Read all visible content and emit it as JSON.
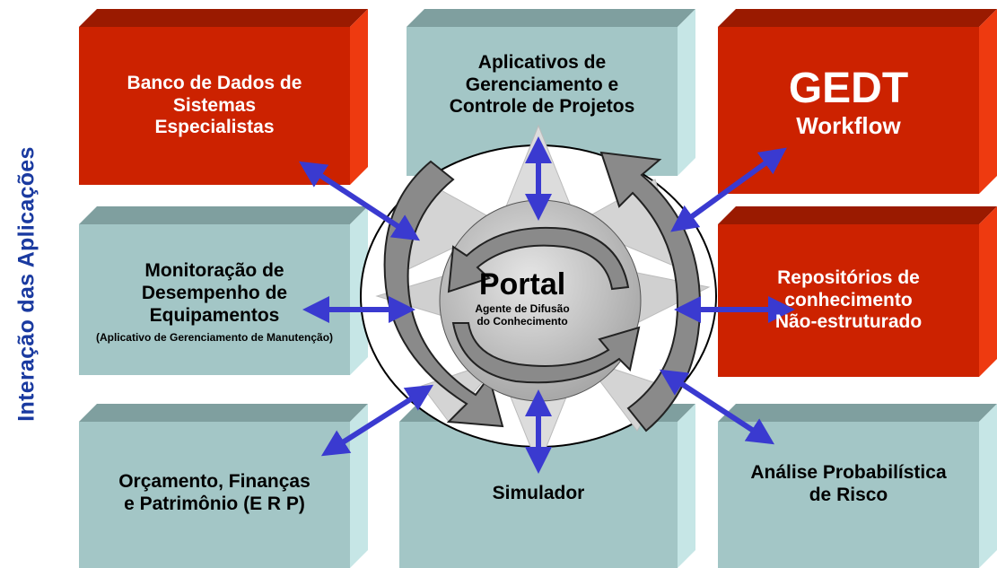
{
  "side_title": "Interação das Aplicações",
  "boxes": {
    "banco": {
      "lines": [
        "Banco de Dados de",
        "Sistemas",
        "Especialistas"
      ]
    },
    "aplicativos": {
      "lines": [
        "Aplicativos de",
        "Gerenciamento e",
        "Controle de Projetos"
      ]
    },
    "gedt": {
      "title": "GEDT",
      "subtitle": "Workflow"
    },
    "monitoracao": {
      "lines": [
        "Monitoração de",
        "Desempenho de",
        "Equipamentos"
      ],
      "note": "(Aplicativo de Gerenciamento de Manutenção)"
    },
    "repositorios": {
      "lines": [
        "Repositórios de",
        "conhecimento",
        "Não-estruturado"
      ]
    },
    "orcamento": {
      "lines": [
        "Orçamento, Finanças",
        "e Patrimônio (E R P)"
      ]
    },
    "simulador": {
      "lines": [
        "Simulador"
      ]
    },
    "analise": {
      "lines": [
        "Análise Probabilística",
        "de Risco"
      ]
    }
  },
  "portal": {
    "title": "Portal",
    "subtitle": "Agente de Difusão do Conhecimento"
  },
  "colors": {
    "teal_front": "#a3c6c6",
    "teal_top": "#7f9f9f",
    "teal_side": "#c6e6e6",
    "red_front": "#cc2200",
    "red_top": "#9a1a00",
    "red_side": "#ee3a10",
    "arrow_blue": "#3a3ad0",
    "title_blue": "#1a3aa0"
  }
}
